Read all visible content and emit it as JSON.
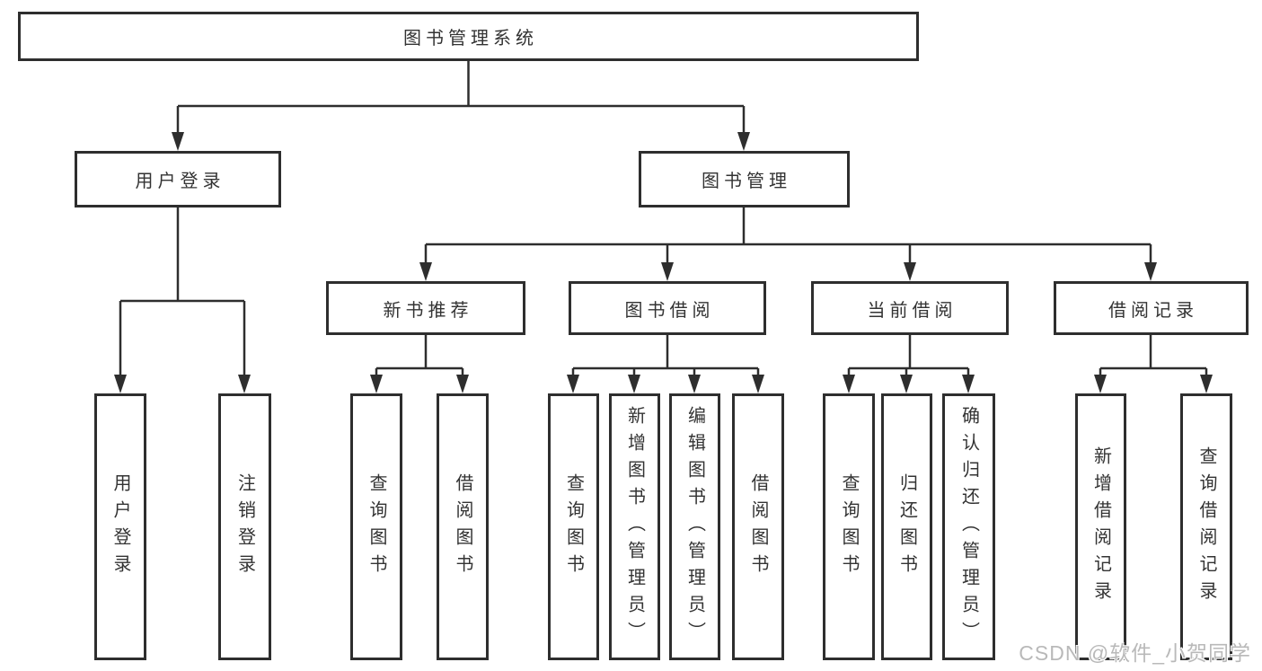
{
  "colors": {
    "line": "#2e2e2e",
    "box_border": "#2e2e2e",
    "text": "#333333",
    "background": "#ffffff",
    "watermark": "#b9b9b9"
  },
  "watermark": {
    "text": "CSDN @软件_小贺同学"
  },
  "tree": {
    "root": {
      "label": "图书管理系统",
      "children": [
        {
          "label": "用户登录",
          "children": [
            {
              "label": "用户登录"
            },
            {
              "label": "注销登录"
            }
          ]
        },
        {
          "label": "图书管理",
          "children": [
            {
              "label": "新书推荐",
              "children": [
                {
                  "label": "查询图书"
                },
                {
                  "label": "借阅图书"
                }
              ]
            },
            {
              "label": "图书借阅",
              "children": [
                {
                  "label": "查询图书"
                },
                {
                  "label": "新增图书（管理员）"
                },
                {
                  "label": "编辑图书（管理员）"
                },
                {
                  "label": "借阅图书"
                }
              ]
            },
            {
              "label": "当前借阅",
              "children": [
                {
                  "label": "查询图书"
                },
                {
                  "label": "归还图书"
                },
                {
                  "label": "确认归还（管理员）"
                }
              ]
            },
            {
              "label": "借阅记录",
              "children": [
                {
                  "label": "新增借阅记录"
                },
                {
                  "label": "查询借阅记录"
                }
              ]
            }
          ]
        }
      ]
    }
  }
}
